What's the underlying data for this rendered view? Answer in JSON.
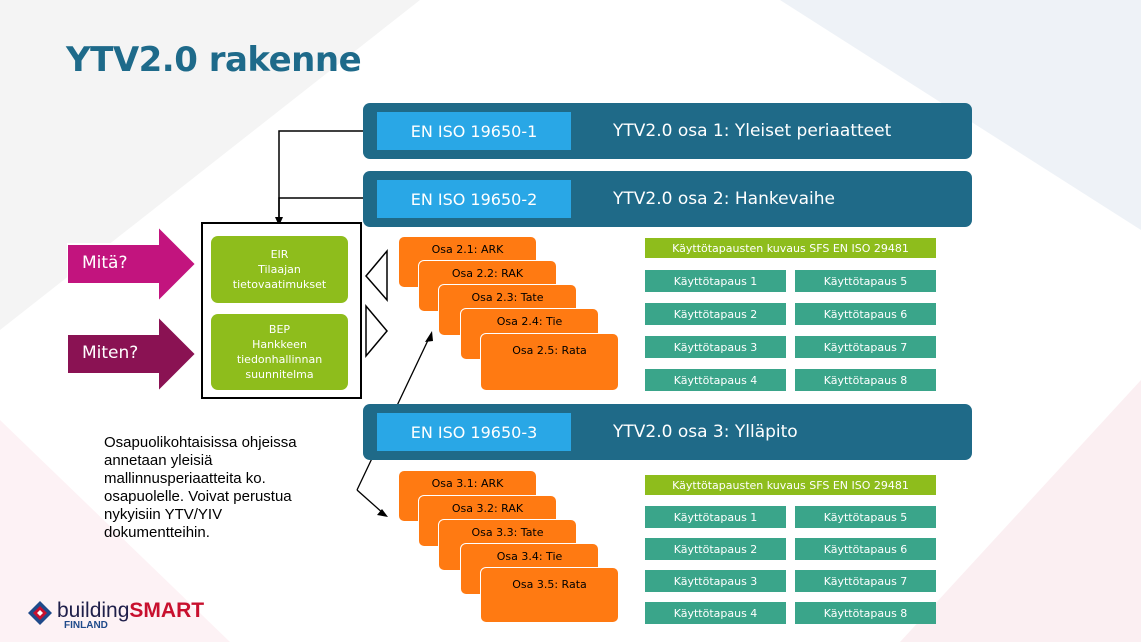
{
  "title": "YTV2.0 rakenne",
  "bands": [
    {
      "iso": "EN ISO 19650-1",
      "label": "YTV2.0 osa 1: Yleiset periaatteet"
    },
    {
      "iso": "EN ISO 19650-2",
      "label": "YTV2.0 osa 2: Hankevaihe"
    },
    {
      "iso": "EN ISO 19650-3",
      "label": "YTV2.0 osa 3: Ylläpito"
    }
  ],
  "arrows": [
    {
      "label": "Mitä?"
    },
    {
      "label": "Miten?"
    }
  ],
  "info_boxes": [
    {
      "line1": "EIR",
      "line2": "Tilaajan",
      "line3": "tietovaatimukset",
      "line4": ""
    },
    {
      "line1": "BEP",
      "line2": "Hankkeen",
      "line3": "tiedonhallinnan",
      "line4": "suunnitelma"
    }
  ],
  "phase2_parts": [
    "Osa 2.1: ARK",
    "Osa 2.2: RAK",
    "Osa 2.3: Tate",
    "Osa 2.4: Tie",
    "Osa 2.5: Rata"
  ],
  "phase3_parts": [
    "Osa 3.1: ARK",
    "Osa 3.2: RAK",
    "Osa 3.3: Tate",
    "Osa 3.4: Tie",
    "Osa 3.5: Rata"
  ],
  "use_cases_2": {
    "header": "Käyttötapausten kuvaus SFS EN ISO 29481",
    "items": [
      "Käyttötapaus 1",
      "Käyttötapaus 5",
      "Käyttötapaus 2",
      "Käyttötapaus 6",
      "Käyttötapaus 3",
      "Käyttötapaus 7",
      "Käyttötapaus 4",
      "Käyttötapaus 8"
    ]
  },
  "use_cases_3": {
    "header": "Käyttötapausten kuvaus SFS EN ISO 29481",
    "items": [
      "Käyttötapaus 1",
      "Käyttötapaus 5",
      "Käyttötapaus 2",
      "Käyttötapaus 6",
      "Käyttötapaus 3",
      "Käyttötapaus 7",
      "Käyttötapaus 4",
      "Käyttötapaus 8"
    ]
  },
  "note": "Osapuolikohtaisissa ohjeissa annetaan yleisiä mallinnusperiaatteita ko. osapuolelle. Voivat perustua nykyisiin YTV/YIV dokumentteihin.",
  "logo": {
    "text_light": "building",
    "text_strong": "SMART",
    "sub": "FINLAND"
  },
  "colors": {
    "band": "#1f6a88",
    "iso": "#29a7e6",
    "green": "#8ebd1c",
    "orange": "#ff7a12",
    "usecase": "#3aa58a",
    "arrow": "#c2147e"
  }
}
